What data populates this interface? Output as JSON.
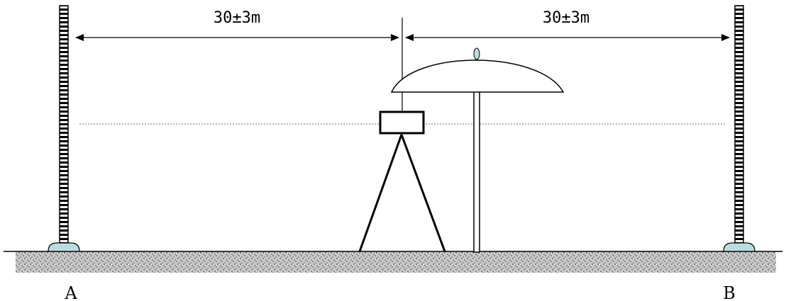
{
  "dimensions": {
    "left_label": "30±3m",
    "right_label": "30±3m"
  },
  "points": {
    "a_label": "A",
    "b_label": "B"
  },
  "colors": {
    "line": "#000000",
    "ground_fill": "#c8c8c8",
    "ground_texture": "#8a8a8a",
    "footplate": "#b9dce0",
    "sight_line": "#707070",
    "umbrella_fill": "#ffffff"
  }
}
